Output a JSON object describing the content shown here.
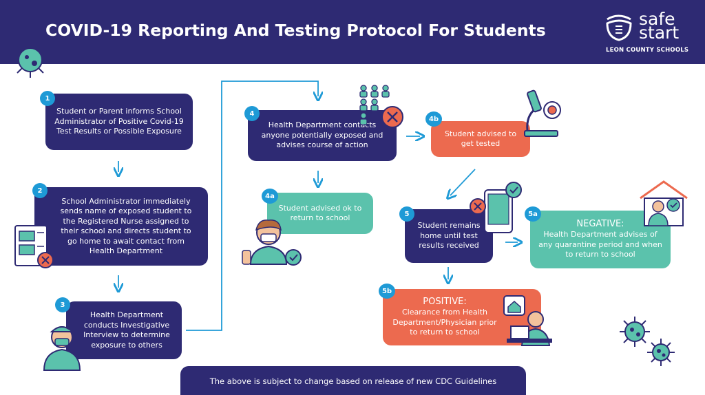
{
  "header": {
    "title": "COVID-19 Reporting And Testing Protocol For Students",
    "brand_line1": "safe",
    "brand_line2": "start",
    "brand_sub": "LEON COUNTY SCHOOLS"
  },
  "steps": {
    "s1": {
      "badge": "1",
      "text": "Student or Parent informs School Administrator of Positive Covid-19 Test Results or Possible Exposure"
    },
    "s2": {
      "badge": "2",
      "text": "School Administrator immediately sends name of exposed student to the Registered Nurse assigned to their school and directs student to go home to await contact from Health Department"
    },
    "s3": {
      "badge": "3",
      "text": "Health Department conducts Investigative Interview to determine exposure to others"
    },
    "s4": {
      "badge": "4",
      "text": "Health Department contacts anyone potentially exposed and advises course of action"
    },
    "s4a": {
      "badge": "4a",
      "text": "Student advised ok to return to school"
    },
    "s4b": {
      "badge": "4b",
      "text": "Student advised to get tested"
    },
    "s5": {
      "badge": "5",
      "text": "Student remains home until test results received"
    },
    "s5a": {
      "badge": "5a",
      "heading": "NEGATIVE:",
      "text": "Health Department advises of any quarantine period and when to return to school"
    },
    "s5b": {
      "badge": "5b",
      "heading": "POSITIVE:",
      "text": "Clearance from Health Department/Physician prior to return to school"
    }
  },
  "footer": {
    "text": "The above is subject to change based on release of new CDC Guidelines"
  },
  "icons": [
    "virus-icon",
    "mask-logo-icon",
    "document-chart-icon",
    "doctor-icon",
    "people-group-icon",
    "microscope-icon",
    "student-mask-icon",
    "phone-results-icon",
    "house-person-icon",
    "doctor-laptop-icon"
  ],
  "colors": {
    "navy": "#2e2a73",
    "orange": "#ec6a4f",
    "teal": "#5bc2ac",
    "arrow": "#1e9ad6"
  }
}
